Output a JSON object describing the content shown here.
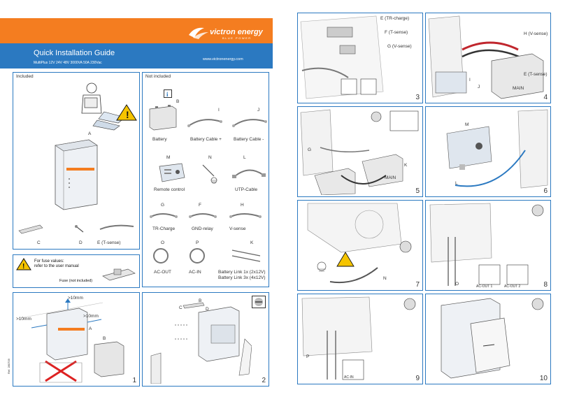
{
  "header": {
    "brand": "victron energy",
    "brand_tagline": "BLUE POWER",
    "title": "Quick Installation Guide",
    "subtitle": "MultiPlus 12V 24V 48V 3000VA 50A 230Vac",
    "website": "www.victronenergy.com",
    "ref": "Ref. 280709"
  },
  "included": {
    "heading": "Included",
    "labels": {
      "A": "A",
      "C": "C",
      "D": "D",
      "E": "E (T-sense)"
    }
  },
  "not_included": {
    "heading": "Not included",
    "items": {
      "B_letter": "B",
      "I_letter": "I",
      "J_letter": "J",
      "battery": "Battery",
      "cable_pos": "Battery Cable +",
      "cable_neg": "Battery Cable -",
      "M_letter": "M",
      "N_letter": "N",
      "L_letter": "L",
      "remote": "Remote control",
      "utp": "UTP-Cable",
      "G_letter": "G",
      "F_letter": "F",
      "H_letter": "H",
      "tr_charge": "TR-Charge",
      "gnd_relay": "GND-relay",
      "v_sense": "V-sense",
      "O_letter": "O",
      "P_letter": "P",
      "K_letter": "K",
      "ac_out": "AC-OUT",
      "ac_in": "AC-IN",
      "battery_link_1": "Battery Link 1x (2x12V)",
      "battery_link_2": "Battery Link 3x (4x12V)"
    }
  },
  "fuse": {
    "line1": "For fuse values:",
    "line2": "refer to the user manual",
    "fuse_label": "Fuse (not included)"
  },
  "panel1": {
    "number": "1",
    "dim_top": ">10mm",
    "dim_left": ">10mm",
    "dim_right": ">10mm",
    "A": "A",
    "B": "B"
  },
  "panel2": {
    "number": "2",
    "B": "B",
    "C": "C",
    "D": "D"
  },
  "panel3": {
    "number": "3",
    "E": "E (TR-charge)",
    "F": "F (T-sense)",
    "G": "G (V-sense)"
  },
  "panel4": {
    "number": "4",
    "H": "H (V-sense)",
    "E": "E (T-sense)",
    "I": "I",
    "J": "J",
    "main": "MAIN"
  },
  "panel5": {
    "number": "5",
    "G": "G",
    "K": "K",
    "main": "MAIN"
  },
  "panel6": {
    "number": "6",
    "M": "M",
    "L": "L"
  },
  "panel7": {
    "number": "7",
    "N": "N"
  },
  "panel8": {
    "number": "8",
    "O": "O",
    "ac_out_1": "AC-OUT 1",
    "ac_out_2": "AC-OUT 2"
  },
  "panel9": {
    "number": "9",
    "P": "P",
    "ac_in": "AC-IN"
  },
  "panel10": {
    "number": "10"
  },
  "colors": {
    "brand_orange": "#f47d20",
    "brand_blue": "#2b79c1",
    "warning_yellow": "#f5c400",
    "cable_red": "#c0262d"
  }
}
